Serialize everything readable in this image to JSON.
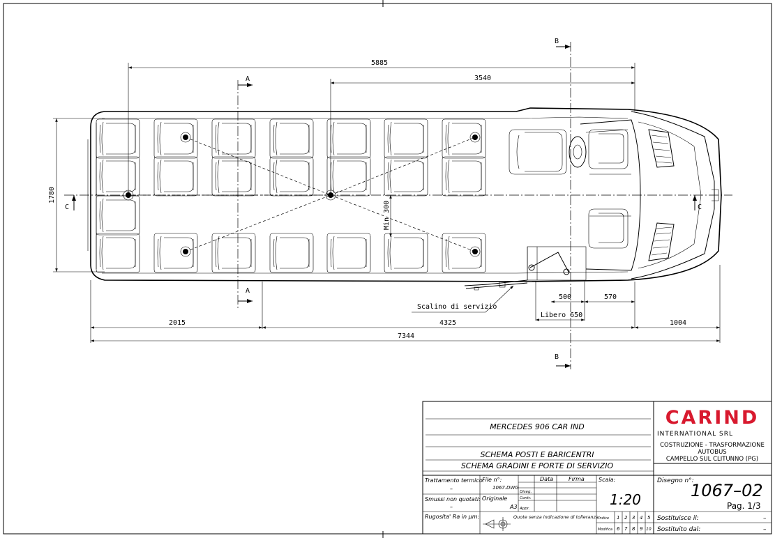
{
  "dimensions": {
    "d5885": "5885",
    "d3540": "3540",
    "d1780": "1780",
    "min300": "Min 300",
    "d500": "500",
    "d570": "570",
    "libero": "Libero 650",
    "d2015": "2015",
    "d4325": "4325",
    "d1004": "1004",
    "d7344": "7344"
  },
  "section_labels": {
    "A": "A",
    "B": "B",
    "C": "C"
  },
  "annotations": {
    "scalino": "Scalino di servizio"
  },
  "title_block": {
    "title1": "MERCEDES 906 CAR IND",
    "title2": "SCHEMA POSTI E BARICENTRI",
    "title3": "SCHEMA GRADINI E PORTE DI SERVIZIO",
    "trattamento_label": "Trattamento termico:",
    "trattamento_value": "–",
    "smussi_label": "Smussi non quotati:",
    "smussi_value": "–",
    "rugosita_label": "Rugosita' Ra in µm:",
    "file_label": "File n°:",
    "file_value": "1067.DWG",
    "originale_label": "Originale",
    "originale_value": "A3",
    "data_label": "Data",
    "firma_label": "Firma",
    "diseg": "Diseg.",
    "contr": "Contr.",
    "appr": "Appr.",
    "quote_label": "Quote senza indicazione di tolleranza:",
    "scala_label": "Scala:",
    "scala_value": "1:20",
    "indice_label": "Indice",
    "modifica_label": "Modifica",
    "indici_top": [
      "1",
      "2",
      "3",
      "4",
      "5"
    ],
    "indici_bottom": [
      "6",
      "7",
      "8",
      "9",
      "10"
    ],
    "disegno_label": "Disegno n°:",
    "disegno_value": "1067–02",
    "pag": "Pag. 1/3",
    "sostituisce_label": "Sostituisce il:",
    "sostituisce_value": "–",
    "sostituito_label": "Sostituito dal:",
    "sostituito_value": "–"
  },
  "company": {
    "logo": "CARIND",
    "sub": "INTERNATIONAL SRL",
    "line1": "COSTRUZIONE - TRASFORMAZIONE",
    "line2": "AUTOBUS",
    "line3": "CAMPELLO SUL CLITUNNO (PG)"
  },
  "colors": {
    "logo_red": "#d8192e",
    "line": "#000000"
  }
}
